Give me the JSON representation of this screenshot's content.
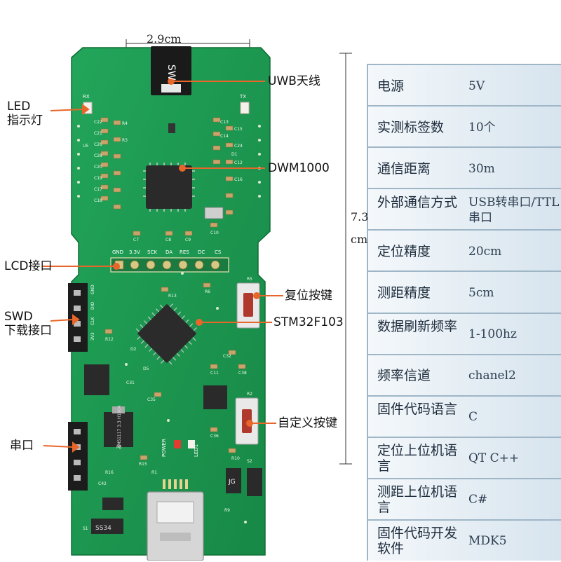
{
  "dimensions": {
    "width_label": "2.9cm",
    "height_value": "7.3",
    "height_unit": "cm"
  },
  "callouts": {
    "uwb_antenna": "UWB天线",
    "dwm1000": "DWM1000",
    "led_line1": "LED",
    "led_line2": "指示灯",
    "lcd": "LCD接口",
    "reset_key": "复位按键",
    "swd_line1": "SWD",
    "swd_line2": "下载接口",
    "stm32": "STM32F103",
    "custom_key": "自定义按键",
    "serial": "串口"
  },
  "silkscreen": {
    "antenna": "SW",
    "rx": "RX",
    "tx": "TX",
    "lcd_pins": [
      "GND",
      "3.3V",
      "SCK",
      "DA",
      "RES",
      "DC",
      "CS"
    ],
    "swd_pins": [
      "GND",
      "DIO",
      "CLK",
      "3V3"
    ],
    "regulator": "AMS1117 3.3 H1904",
    "power": "POWER",
    "led1": "LED1",
    "ss34": "SS34",
    "jg": "JG",
    "refs": [
      "C22",
      "C21",
      "C26",
      "C28",
      "C20",
      "C19",
      "C17",
      "C18",
      "R4",
      "R3",
      "C13",
      "C14",
      "C15",
      "C24",
      "C12",
      "C16",
      "C7",
      "C8",
      "C9",
      "C10",
      "R13",
      "R6",
      "R12",
      "C11",
      "C32",
      "C38",
      "C35",
      "C36",
      "R10",
      "R15",
      "R9",
      "R5",
      "R2",
      "R1",
      "R16",
      "S1",
      "S2",
      "P3",
      "U5",
      "D1",
      "D2",
      "D5",
      "C31",
      "C42"
    ]
  },
  "specs": [
    {
      "key": "电源",
      "value": "5V"
    },
    {
      "key": "实测标签数",
      "value": "10个"
    },
    {
      "key": "通信距离",
      "value": "30m"
    },
    {
      "key": "外部通信方式",
      "value": "USB转串口/TTL串口"
    },
    {
      "key": "定位精度",
      "value": "20cm"
    },
    {
      "key": "测距精度",
      "value": "5cm"
    },
    {
      "key": "数据刷新频率",
      "value": "1-100hz"
    },
    {
      "key": "频率信道",
      "value": "chanel2"
    },
    {
      "key": "固件代码语言",
      "value": "C"
    },
    {
      "key": "定位上位机语言",
      "value": "QT C++"
    },
    {
      "key": "测距上位机语言",
      "value": "C#"
    },
    {
      "key": "固件代码开发软件",
      "value": "MDK5"
    }
  ],
  "colors": {
    "pcb": "#1f9a52",
    "pcb_dark": "#137a3c",
    "arrow": "#e8662a",
    "table_bg": "#dfe9f1",
    "table_line": "#9fb6c7"
  }
}
